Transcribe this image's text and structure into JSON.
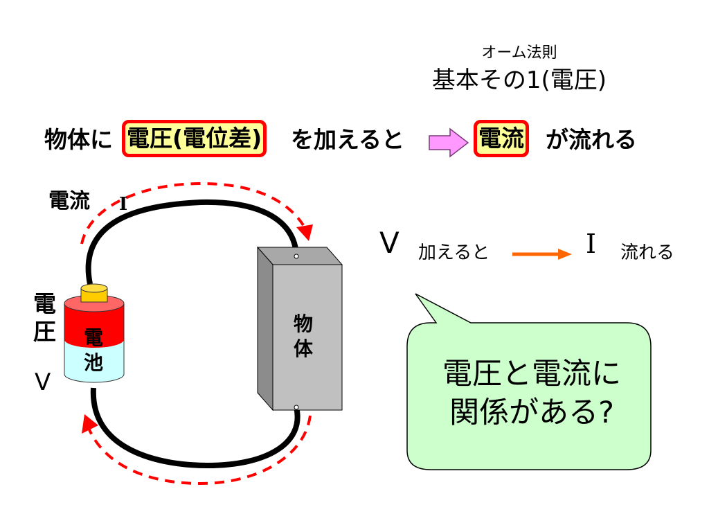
{
  "header": {
    "subtitle": "オーム法則",
    "title": "基本その1(電圧)"
  },
  "statement": {
    "part1": "物体に",
    "voltage_boxed": "電圧(電位差)",
    "part2": "を加えると",
    "current_boxed": "電流",
    "part3": "が流れる"
  },
  "circuit": {
    "current_label": "電流",
    "current_symbol": "I",
    "battery_side_label_1": "電",
    "battery_side_label_2": "圧",
    "voltage_symbol": "V",
    "battery_label_1": "電",
    "battery_label_2": "池",
    "object_label_1": "物",
    "object_label_2": "体"
  },
  "relation": {
    "v_symbol": "V",
    "apply_text": "加えると",
    "i_symbol": "I",
    "flow_text": "流れる"
  },
  "bubble": {
    "line1": "電圧と電流に",
    "line2": "関係がある?"
  },
  "colors": {
    "highlight_fill": "#ffff99",
    "highlight_border": "#ff0000",
    "arrow_pink": "#ff99ff",
    "arrow_orange": "#ff6600",
    "current_arrow": "#ff0000",
    "battery_top": "#ff0000",
    "battery_bottom": "#ccffff",
    "battery_cap": "#ffcc00",
    "object_gray": "#c0c0c0",
    "bubble_fill": "#ccffcc"
  }
}
